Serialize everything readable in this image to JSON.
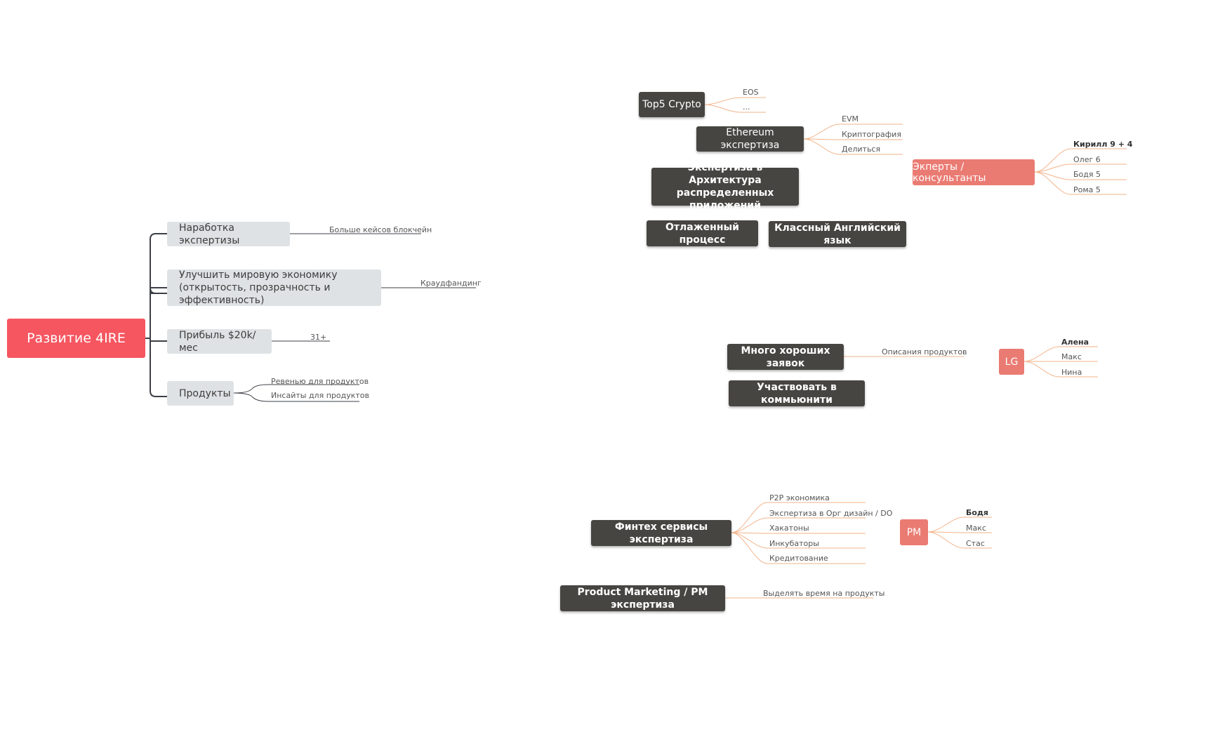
{
  "root": {
    "label": "Развитие 4IRE"
  },
  "left_branches": [
    {
      "label": "Наработка экспертизы",
      "children": [
        "Больше кейсов блокчейн"
      ]
    },
    {
      "label": "Улучшить мировую экономику (открытость, прозрачность и эффективность)",
      "children": [
        "Краудфандинг"
      ]
    },
    {
      "label": "Прибыль $20k/мес",
      "children": [
        "31+"
      ]
    },
    {
      "label": "Продукты",
      "children": [
        "Ревенью для продуктов",
        "Инсайты для продуктов"
      ]
    }
  ],
  "topics": [
    {
      "label": "Top5 Crypto",
      "children": [
        "EOS",
        "..."
      ]
    },
    {
      "label": "Ethereum экспертиза",
      "children": [
        "EVM",
        "Криптография",
        "Делиться"
      ]
    },
    {
      "label": "Экспертиза в Архитектура распределенных приложений",
      "children": []
    },
    {
      "label": "Отлаженный процесс",
      "children": []
    },
    {
      "label": "Классный Английский язык",
      "children": []
    },
    {
      "label": "Много хороших заявок",
      "children": [
        "Описания продуктов"
      ]
    },
    {
      "label": "Участвовать в коммьюнити",
      "children": []
    },
    {
      "label": "Финтех сервисы экспертиза",
      "children": [
        "P2P экономика",
        "Экспертиза в Орг дизайн / DO",
        "Хакатоны",
        "Инкубаторы",
        "Кредитование"
      ]
    },
    {
      "label": "Product Marketing / PM экспертиза",
      "children": [
        "Выделять время на продукты"
      ]
    }
  ],
  "people_groups": [
    {
      "label": "Экперты / консультанты",
      "members": [
        "Кирилл 9 + 4",
        "Олег 6",
        "Бодя 5",
        "Рома 5"
      ]
    },
    {
      "label": "LG",
      "members": [
        "Алена",
        "Макс",
        "Нина"
      ]
    },
    {
      "label": "PM",
      "members": [
        "Бодя",
        "Макс",
        "Стас"
      ]
    }
  ],
  "colors": {
    "root": "#f55660",
    "branch_bg": "#dfe2e4",
    "topic_bg": "#474541",
    "group_bg": "#ea7b73",
    "connector_dark": "#3c3f45",
    "connector_orange": "#f2b38a"
  }
}
